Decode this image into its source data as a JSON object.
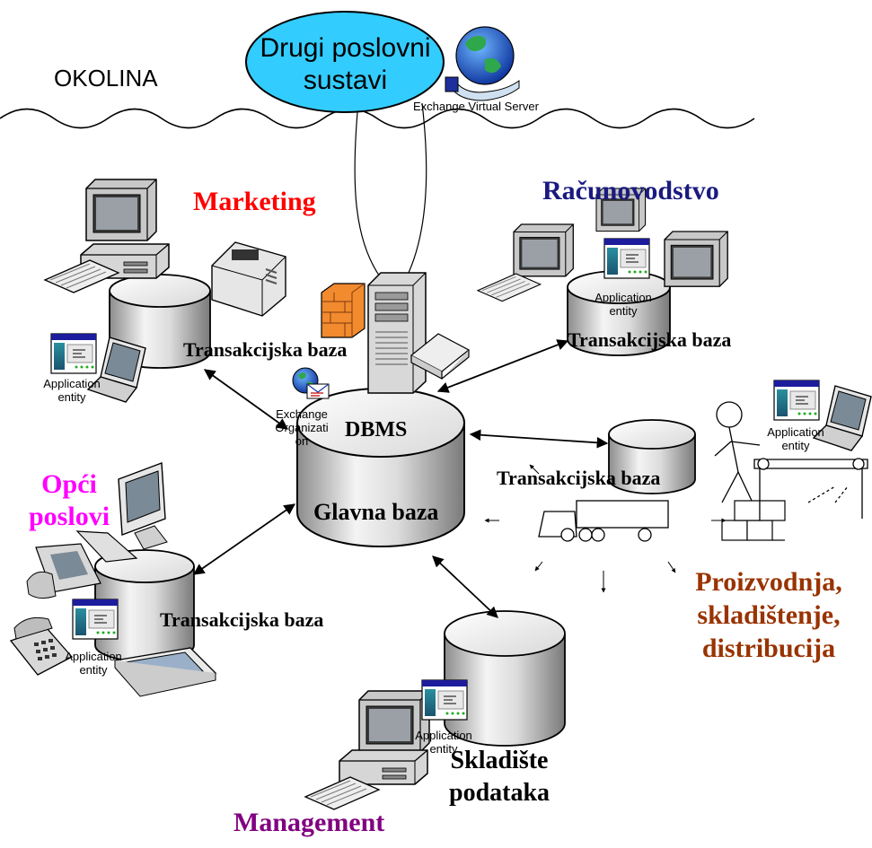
{
  "environment_label": "OKOLINA",
  "external_systems": {
    "line1": "Drugi poslovni",
    "line2": "sustavi"
  },
  "exchange_virtual_server": "Exchange Virtual Server",
  "exchange_organization": {
    "line1": "Exchange",
    "line2": "Organizati",
    "line3": "on"
  },
  "departments": {
    "marketing": "Marketing",
    "racunovodstvo": "Računovodstvo",
    "opci": {
      "line1": "Opći",
      "line2": "poslovi"
    },
    "proizvodnja": {
      "line1": "Proizvodnja,",
      "line2": "skladištenje,",
      "line3": "distribucija"
    },
    "management": "Management"
  },
  "transaction_db": "Transakcijska baza",
  "main_db": {
    "top": "DBMS",
    "bottom": "Glavna baza"
  },
  "warehouse": {
    "line1": "Skladište",
    "line2": "podataka"
  },
  "app_entity": {
    "line1": "Application",
    "line2": "entity"
  },
  "colors": {
    "marketing": "#ff0000",
    "racunovodstvo": "#1a1a80",
    "opci": "#ff00ff",
    "proizvodnja": "#993300",
    "management": "#800080",
    "cloud": "#33ccff"
  }
}
